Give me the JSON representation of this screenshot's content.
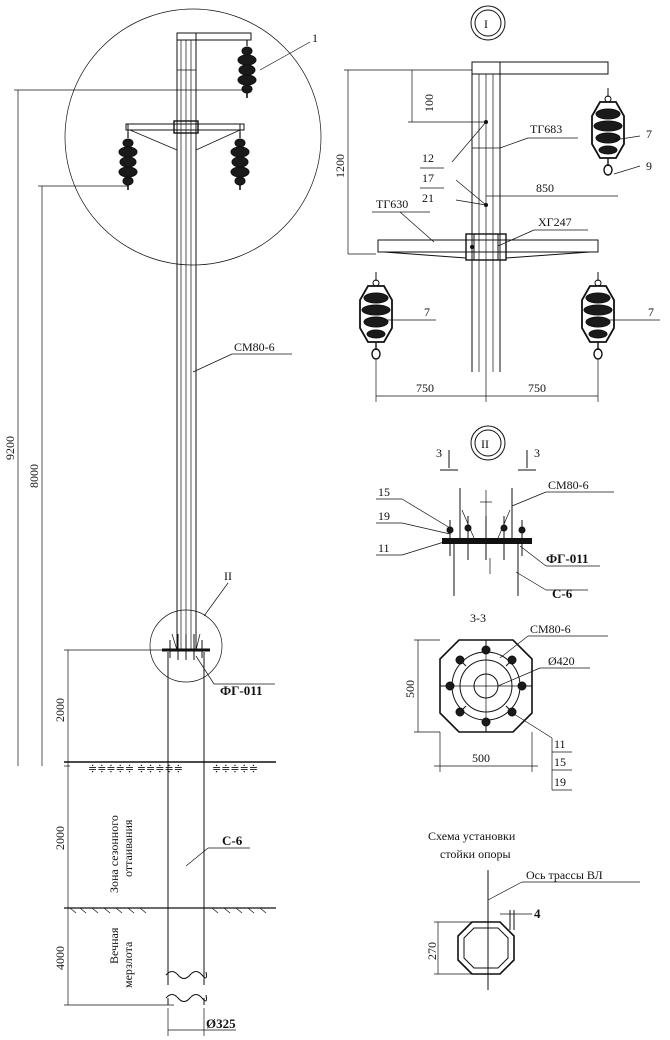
{
  "main_view": {
    "callout_1": "1",
    "dim_9200": "9200",
    "dim_8000": "8000",
    "dim_2000_above": "2000",
    "dim_2000_zone": "2000",
    "dim_4000": "4000",
    "label_cm80": "СМ80-6",
    "label_c6": "С-6",
    "label_fg011": "ФГ-011",
    "callout_II": "II",
    "zone_label_line1": "Зона сезонного",
    "zone_label_line2": "оттаивания",
    "perma_label_line1": "Вечная",
    "perma_label_line2": "мерзлота",
    "diameter": "Ø325"
  },
  "detail_I": {
    "title": "I",
    "dim_100": "100",
    "dim_1200": "1200",
    "label_tg683": "ТГ683",
    "label_tg630": "ТГ630",
    "label_xg247": "ХГ247",
    "dim_850": "850",
    "callout_12": "12",
    "callout_17": "17",
    "callout_21": "21",
    "callout_7": "7",
    "callout_9": "9",
    "dim_750_left": "750",
    "dim_750_right": "750"
  },
  "detail_II": {
    "title": "II",
    "section_mark": "3",
    "callout_15": "15",
    "callout_19": "19",
    "callout_11": "11",
    "label_cm80": "СМ80-6",
    "label_fg011": "ФГ-011",
    "label_c6": "С-6"
  },
  "section_33": {
    "title": "3-3",
    "label_cm80": "СМ80-6",
    "diameter": "Ø420",
    "dim_500_v": "500",
    "dim_500_h": "500",
    "callout_11": "11",
    "callout_15": "15",
    "callout_19": "19"
  },
  "install_scheme": {
    "title_line1": "Схема установки",
    "title_line2": "стойки опоры",
    "axis_label": "Ось трассы ВЛ",
    "dim_4": "4",
    "dim_270": "270"
  }
}
